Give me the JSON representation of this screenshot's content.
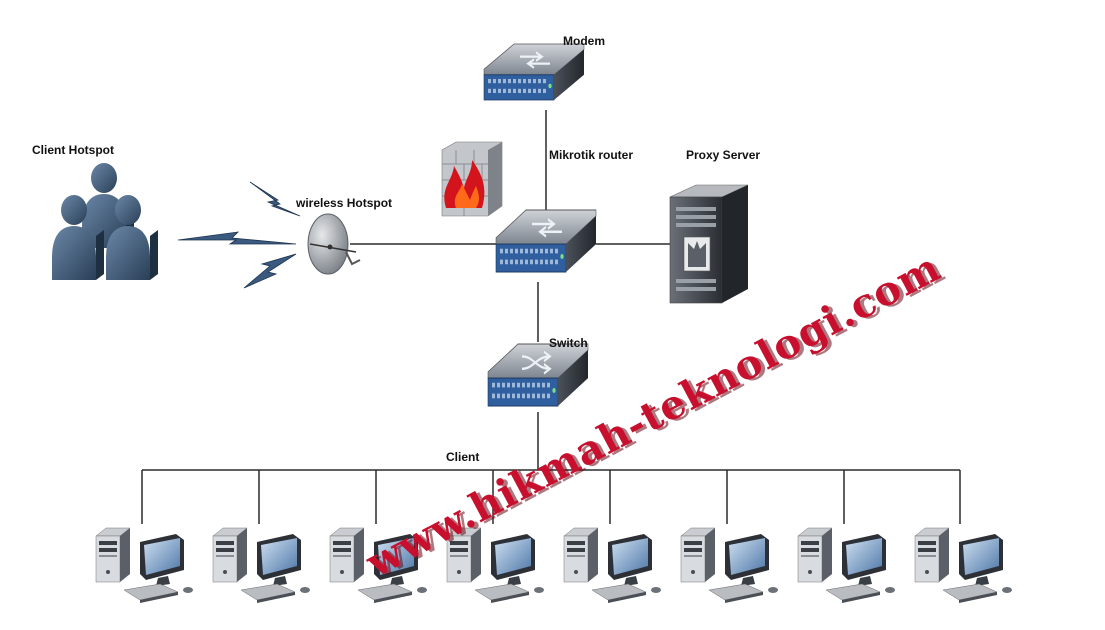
{
  "labels": {
    "modem": "Modem",
    "router": "Mikrotik router",
    "proxy": "Proxy Server",
    "client_hotspot": "Client Hotspot",
    "wireless_hotspot": "wireless Hotspot",
    "switch": "Switch",
    "client": "Client"
  },
  "watermark": "www.hikmah-teknologi.com",
  "icons": {
    "modem": "network-device-icon",
    "router": "router-icon",
    "firewall": "firewall-icon",
    "proxy": "server-tower-icon",
    "users": "user-group-icon",
    "wireless": "satellite-dish-icon",
    "switch": "switch-icon",
    "workstation": "desktop-computer-icon"
  },
  "client_count": 8,
  "colors": {
    "line": "#2b2b2b",
    "device_body": "#3a3f48",
    "device_front": "#2f5f9e",
    "watermark": "#c8102e"
  }
}
